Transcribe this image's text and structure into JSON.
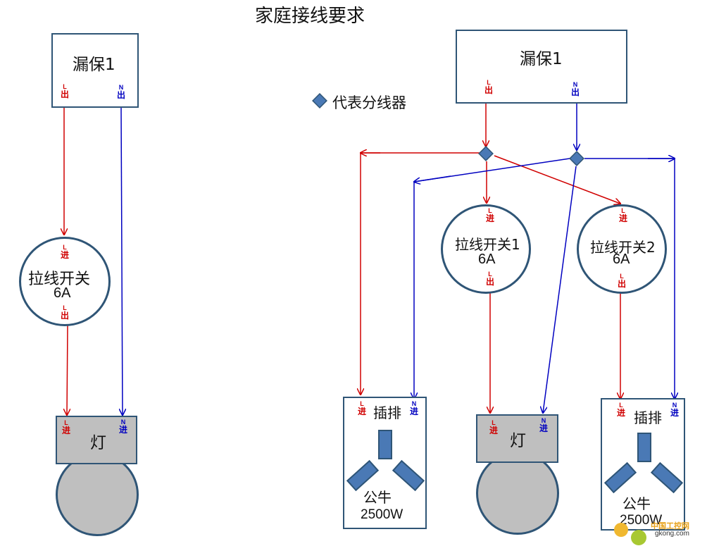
{
  "title": "家庭接线要求",
  "legend": {
    "icon": "diamond-icon",
    "text": "代表分线器"
  },
  "colors": {
    "live": "#D00000",
    "neutral": "#0000C0",
    "outline": "#2F5576",
    "lamp": "#BFBFBF",
    "slot": "#4A79B5"
  },
  "left": {
    "breaker": {
      "name": "漏保1",
      "l_out": {
        "top": "L",
        "bottom": "出"
      },
      "n_out": {
        "top": "N",
        "bottom": "出"
      }
    },
    "switch": {
      "name": "拉线开关",
      "rating": "6A",
      "l_in": {
        "top": "L",
        "bottom": "进"
      },
      "l_out": {
        "top": "L",
        "bottom": "出"
      }
    },
    "lamp": {
      "name": "灯",
      "l_in": {
        "top": "L",
        "bottom": "进"
      },
      "n_in": {
        "top": "N",
        "bottom": "进"
      }
    }
  },
  "right": {
    "breaker": {
      "name": "漏保1",
      "l_out": {
        "top": "L",
        "bottom": "出"
      },
      "n_out": {
        "top": "N",
        "bottom": "出"
      }
    },
    "switch1": {
      "name": "拉线开关1",
      "rating": "6A",
      "l_in": {
        "top": "L",
        "bottom": "进"
      },
      "l_out": {
        "top": "L",
        "bottom": "出"
      }
    },
    "switch2": {
      "name": "拉线开关2",
      "rating": "6A",
      "l_in": {
        "top": "L",
        "bottom": "进"
      },
      "l_out": {
        "top": "L",
        "bottom": "出"
      }
    },
    "socket1": {
      "name": "插排",
      "brand": "公牛",
      "power": "2500W",
      "l_in": {
        "top": "L",
        "bottom": "进"
      },
      "n_in": {
        "top": "N",
        "bottom": "进"
      }
    },
    "lamp": {
      "name": "灯",
      "l_in": {
        "top": "L",
        "bottom": "进"
      },
      "n_in": {
        "top": "N",
        "bottom": "进"
      }
    },
    "socket2": {
      "name": "插排",
      "brand": "公牛",
      "power": "2500W",
      "l_in": {
        "top": "L",
        "bottom": "进"
      },
      "n_in": {
        "top": "N",
        "bottom": "进"
      }
    }
  },
  "watermark": {
    "line1": "中国工控网",
    "line2": "gkong.com"
  }
}
